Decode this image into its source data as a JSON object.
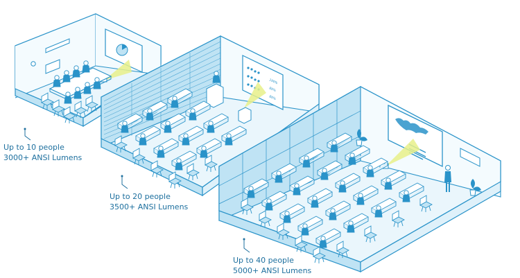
{
  "colors": {
    "line": "#2a93c9",
    "fill_light": "#eaf6fc",
    "fill_wall": "#dff1fa",
    "fill_blind": "#bfe3f4",
    "accent_beam": "#e8f08a",
    "text": "#1d6f9e"
  },
  "rooms": [
    {
      "id": "small",
      "caption_line1": "Up to 10 people",
      "caption_line2": "3000+ ANSI Lumens"
    },
    {
      "id": "medium",
      "caption_line1": "Up to 20 people",
      "caption_line2": "3500+ ANSI Lumens"
    },
    {
      "id": "large",
      "caption_line1": "Up to 40 people",
      "caption_line2": "5000+ ANSI Lumens"
    }
  ],
  "screen_medium": {
    "bar_labels": [
      "100%",
      "80%",
      "80%"
    ]
  }
}
